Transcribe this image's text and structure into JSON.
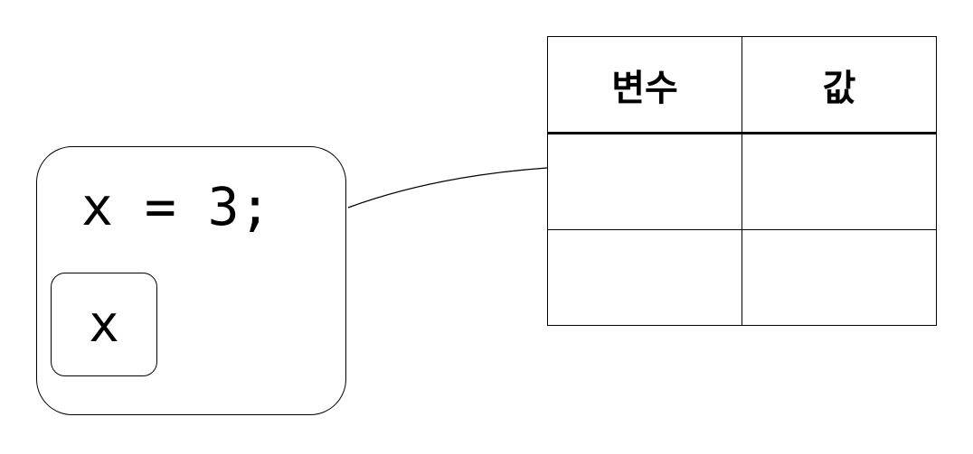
{
  "code": {
    "statement": "x = 3;",
    "variable": "x"
  },
  "table": {
    "headers": [
      "변수",
      "값"
    ],
    "rows": [
      [
        "",
        ""
      ],
      [
        "",
        ""
      ]
    ]
  }
}
